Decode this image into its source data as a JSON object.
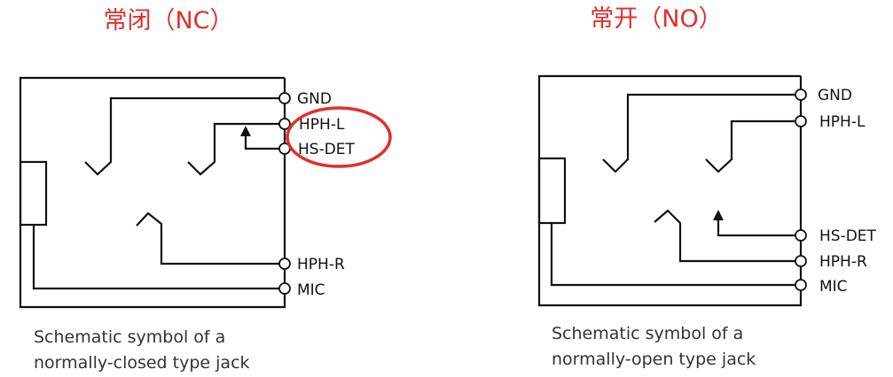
{
  "colors": {
    "title": "#e0302a",
    "highlight": "#e0302a",
    "wire": "#111111"
  },
  "left": {
    "title": "常闭（NC）",
    "pins": {
      "gnd": "GND",
      "hphl": "HPH-L",
      "hsdet": "HS-DET",
      "hphr": "HPH-R",
      "mic": "MIC"
    },
    "caption_line1": "Schematic symbol of a",
    "caption_line2": "normally-closed type jack"
  },
  "right": {
    "title": "常开（NO）",
    "pins": {
      "gnd": "GND",
      "hphl": "HPH-L",
      "hsdet": "HS-DET",
      "hphr": "HPH-R",
      "mic": "MIC"
    },
    "caption_line1": "Schematic symbol of a",
    "caption_line2": "normally-open type jack"
  }
}
